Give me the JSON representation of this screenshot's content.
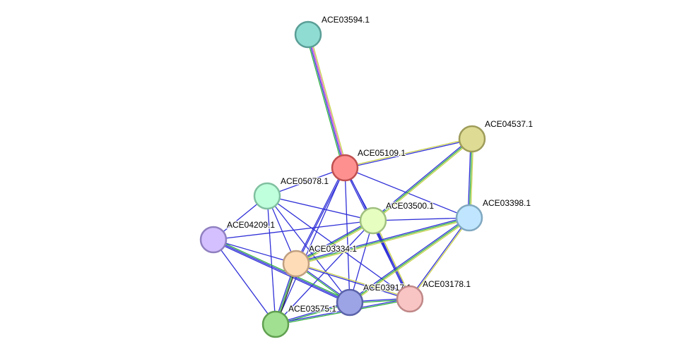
{
  "network": {
    "nodes": [
      {
        "id": "n0",
        "label": "ACE03594.1",
        "color": "#8fdcd3",
        "stroke": "#5a9e96"
      },
      {
        "id": "n1",
        "label": "ACE04537.1",
        "color": "#dedc94",
        "stroke": "#9e9c5a"
      },
      {
        "id": "n2",
        "label": "ACE05109.1",
        "color": "#ff9090",
        "stroke": "#c05050"
      },
      {
        "id": "n3",
        "label": "ACE05078.1",
        "color": "#bfffdc",
        "stroke": "#80c0a0"
      },
      {
        "id": "n4",
        "label": "ACE03500.1",
        "color": "#e6ffc0",
        "stroke": "#a0c080"
      },
      {
        "id": "n5",
        "label": "ACE03398.1",
        "color": "#c0e6ff",
        "stroke": "#80a8c0"
      },
      {
        "id": "n6",
        "label": "ACE04209.1",
        "color": "#d4c0ff",
        "stroke": "#9080c0"
      },
      {
        "id": "n7",
        "label": "ACE03334.1",
        "color": "#ffdcb8",
        "stroke": "#c0a080"
      },
      {
        "id": "n8",
        "label": "ACE03917.1",
        "color": "#9ca4e6",
        "stroke": "#5a62a8"
      },
      {
        "id": "n9",
        "label": "ACE03178.1",
        "color": "#f8c4c4",
        "stroke": "#c08888"
      },
      {
        "id": "n10",
        "label": "ACE03575.1",
        "color": "#a0e090",
        "stroke": "#60a050"
      }
    ],
    "edges": [
      {
        "a": "n0",
        "b": "n2",
        "colors": [
          "#c8d04a",
          "#d040d0",
          "#3030d8",
          "#30b040"
        ]
      },
      {
        "a": "n2",
        "b": "n1",
        "colors": [
          "#c8d04a",
          "#3030d8"
        ]
      },
      {
        "a": "n2",
        "b": "n3",
        "colors": [
          "#3030d8"
        ]
      },
      {
        "a": "n2",
        "b": "n4",
        "colors": [
          "#3030d8"
        ]
      },
      {
        "a": "n2",
        "b": "n5",
        "colors": [
          "#3030d8"
        ]
      },
      {
        "a": "n2",
        "b": "n7",
        "colors": [
          "#3030d8",
          "#3030d8"
        ]
      },
      {
        "a": "n2",
        "b": "n8",
        "colors": [
          "#3030d8"
        ]
      },
      {
        "a": "n2",
        "b": "n9",
        "colors": [
          "#3030d8",
          "#3030d8"
        ]
      },
      {
        "a": "n2",
        "b": "n10",
        "colors": [
          "#3030d8"
        ]
      },
      {
        "a": "n1",
        "b": "n4",
        "colors": [
          "#c8d04a",
          "#30b040",
          "#3030d8"
        ]
      },
      {
        "a": "n1",
        "b": "n5",
        "colors": [
          "#c8d04a",
          "#30b040",
          "#3030d8"
        ]
      },
      {
        "a": "n3",
        "b": "n4",
        "colors": [
          "#3030d8"
        ]
      },
      {
        "a": "n3",
        "b": "n6",
        "colors": [
          "#3030d8"
        ]
      },
      {
        "a": "n3",
        "b": "n7",
        "colors": [
          "#3030d8"
        ]
      },
      {
        "a": "n3",
        "b": "n8",
        "colors": [
          "#3030d8"
        ]
      },
      {
        "a": "n3",
        "b": "n9",
        "colors": [
          "#3030d8"
        ]
      },
      {
        "a": "n3",
        "b": "n10",
        "colors": [
          "#3030d8"
        ]
      },
      {
        "a": "n4",
        "b": "n5",
        "colors": [
          "#3030d8"
        ]
      },
      {
        "a": "n4",
        "b": "n6",
        "colors": [
          "#3030d8"
        ]
      },
      {
        "a": "n4",
        "b": "n7",
        "colors": [
          "#c8d04a",
          "#30b040",
          "#3030d8"
        ]
      },
      {
        "a": "n4",
        "b": "n8",
        "colors": [
          "#3030d8"
        ]
      },
      {
        "a": "n4",
        "b": "n9",
        "colors": [
          "#c8d04a",
          "#3030d8",
          "#3030d8"
        ]
      },
      {
        "a": "n4",
        "b": "n10",
        "colors": [
          "#3030d8"
        ]
      },
      {
        "a": "n5",
        "b": "n7",
        "colors": [
          "#c8d04a",
          "#30b040",
          "#3030d8"
        ]
      },
      {
        "a": "n5",
        "b": "n8",
        "colors": [
          "#c8d04a",
          "#30b040",
          "#3030d8"
        ]
      },
      {
        "a": "n5",
        "b": "n9",
        "colors": [
          "#c8d04a",
          "#3030d8"
        ]
      },
      {
        "a": "n6",
        "b": "n7",
        "colors": [
          "#3030d8"
        ]
      },
      {
        "a": "n6",
        "b": "n8",
        "colors": [
          "#30b040",
          "#3030d8",
          "#3030d8"
        ]
      },
      {
        "a": "n6",
        "b": "n10",
        "colors": [
          "#3030d8"
        ]
      },
      {
        "a": "n7",
        "b": "n8",
        "colors": [
          "#3030d8",
          "#30b040"
        ]
      },
      {
        "a": "n7",
        "b": "n9",
        "colors": [
          "#c8d04a",
          "#3030d8"
        ]
      },
      {
        "a": "n7",
        "b": "n10",
        "colors": [
          "#202020",
          "#30b040",
          "#3030d8"
        ]
      },
      {
        "a": "n8",
        "b": "n9",
        "colors": [
          "#3030d8",
          "#30b040"
        ]
      },
      {
        "a": "n8",
        "b": "n10",
        "colors": [
          "#30b040",
          "#3030d8"
        ]
      },
      {
        "a": "n9",
        "b": "n10",
        "colors": [
          "#30b040",
          "#3030d8"
        ]
      }
    ]
  }
}
